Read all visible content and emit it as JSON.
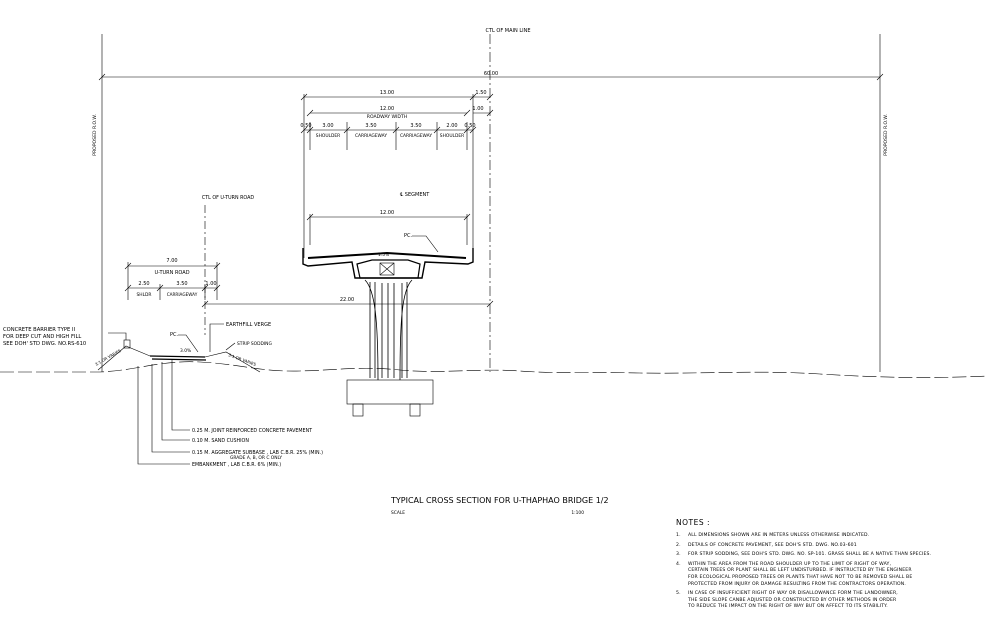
{
  "drawing": {
    "title": "TYPICAL CROSS SECTION FOR U-THAPHAO BRIDGE 1/2",
    "scale_label": "SCALE",
    "scale_value": "1:100",
    "ctl_main_line": "CTL OF MAIN LINE",
    "ctl_u_turn": "CTL OF U-TURN ROAD",
    "proposed_row": "PROPOSED R.O.W.",
    "segment_label": "℄ SEGMENT",
    "roadway_width": "ROADWAY WIDTH",
    "u_turn_road": "U-TURN ROAD",
    "pc_label": "PC.",
    "slope_label": "1.5%",
    "slope_label_2": "3.0%",
    "earthfill": "EARTHFILL VERGE",
    "strip_sodding": "STRIP SODDING",
    "slope_left": "3:1 OR VARIES",
    "slope_right": "3:1 OR VARIES",
    "barrier_lines": [
      "CONCRETE BARRIER TYPE II",
      "FOR DEEP CUT AND HIGH FILL",
      "SEE DOH' STD DWG. NO.RS-610"
    ],
    "dims": {
      "total_width": "60.00",
      "deck_width": "13.00",
      "overhang": "1.50",
      "roadway": "12.00",
      "right_edge": "1.00",
      "left_edge": "0.50",
      "right_small": "0.50",
      "shoulder_left": "3.00",
      "carriageway_left": "3.50",
      "carriageway_right": "3.50",
      "shoulder_right": "2.00",
      "segment_width": "12.00",
      "offset": "22.00",
      "uturn_total": "7.00",
      "uturn_shoulder": "2.50",
      "uturn_carriageway": "3.50",
      "uturn_edge": "1.00"
    },
    "lane_labels": {
      "shoulder": "SHOULDER",
      "carriageway": "CARRIAGEWAY",
      "shldr": "SHLDR"
    },
    "layers": [
      "0.25 M. JOINT REINFORCED CONCRETE PAVEMENT",
      "0.10 M. SAND CUSHION",
      "0.15 M. AGGREGATE SUBBASE , LAB C.B.R. 25% (MIN.)",
      "GRADE A, B, OR C ONLY",
      "EMBANKMENT , LAB C.B.R. 6% (MIN.)"
    ]
  },
  "notes": {
    "title": "NOTES :",
    "items": [
      {
        "num": "1.",
        "lines": [
          "ALL DIMENSIONS SHOWN ARE IN METERS UNLESS OTHERWISE INDICATED."
        ]
      },
      {
        "num": "2.",
        "lines": [
          "DETAILS OF CONCRETE PAVEMENT, SEE DOH'S STD. DWG. NO.03-601"
        ]
      },
      {
        "num": "3.",
        "lines": [
          "FOR STRIP SODDING, SEE DOH'S STD. DWG. NO. SP-101. GRASS SHALL BE A NATIVE THAN SPECIES."
        ]
      },
      {
        "num": "4.",
        "lines": [
          "WITHIN THE AREA FROM THE ROAD SHOULDER UP TO THE LIMIT OF RIGHT OF WAY,",
          "CERTAIN TREES OR PLANT SHALL BE LEFT UNDISTURBED. IF INSTRUCTED BY THE ENGINEER",
          "FOR ECOLOGICAL PROPOSED TREES OR PLANTS THAT HAVE NOT TO BE REMOVED SHALL BE",
          "PROTECTED FROM INJURY OR DAMAGE RESULTING FROM THE CONTRACTORS OPERATION."
        ]
      },
      {
        "num": "5.",
        "lines": [
          "IN CASE OF INSUFFICIENT RIGHT OF WAY OR DISALLOWANCE FORM THE LANDOWNER,",
          "THE SIDE SLOPE CANBE ADJUSTED OR CONSTRUCTED BY OTHER METHODS IN ORDER",
          "TO REDUCE THE IMPACT ON THE RIGHT OF WAY BUT ON AFFECT TO ITS STABILITY."
        ]
      }
    ]
  }
}
